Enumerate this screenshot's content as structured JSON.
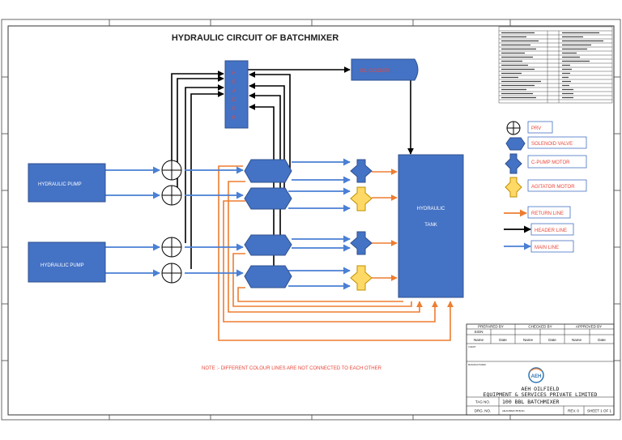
{
  "title": "HYDRAULIC CIRCUIT OF BATCHMIXER",
  "components": {
    "pump_top": "HYDRAULIC PUMP",
    "pump_bottom": "HYDRAULIC PUMP",
    "header": [
      "H",
      "E",
      "A",
      "D",
      "E",
      "R"
    ],
    "oil_cooler": "OIL COOLER",
    "tank_line1": "HYDRAULIC",
    "tank_line2": "TANK"
  },
  "legend": {
    "prv": "PRV",
    "solenoid_valve": "SOLENOID VALVE",
    "c_pump_motor": "C-PUMP MOTOR",
    "agitator_motor": "AGITATOR MOTOR",
    "return_line": "RETURN LINE",
    "header_line": "HEADER LINE",
    "main_line": "MAIN LINE"
  },
  "note": "NOTE :- DIFFERENT COLOUR LINES ARE NOT CONNECTED TO EACH OTHER",
  "title_block": {
    "prepared_by": "PREPARED BY",
    "checked_by": "CHECKED BY",
    "approved_by": "APPROVED BY",
    "sign": "SIGN",
    "name": "Name",
    "date": "Date",
    "client": "CLIENT:",
    "manufacturer": "MANUFACTURER:",
    "logo_text": "AEH",
    "company_line1": "AEH OILFIELD",
    "company_line2": "EQUIPMENT & SERVICES PRIVATE LIMITED",
    "tag_label": "TAG NO.",
    "tag_value": "100 BBL BATCHMIXER",
    "drg_label": "DRG. NO.",
    "drg_value": "AEH/16B/EDY/BVB/101",
    "rev": "REV. 0",
    "sheet": "SHEET 1 OF 1"
  },
  "colors": {
    "blue_fill": "#4472c4",
    "blue_stroke": "#2f528f",
    "main_line": "#4a7fd4",
    "header_line": "#000000",
    "return_line": "#ed7d31",
    "agitator": "#ffd966",
    "red_text": "#e8473a"
  }
}
